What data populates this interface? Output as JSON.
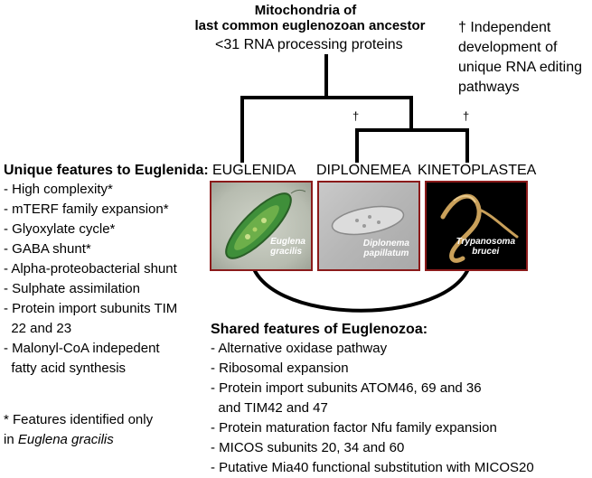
{
  "header": {
    "title_line1": "Mitochondria of",
    "title_line2": "last common euglenozoan ancestor",
    "subtitle": "<31 RNA processing proteins"
  },
  "note": {
    "lines": [
      "† Independent",
      "development of",
      "unique RNA editing",
      "pathways"
    ]
  },
  "dagger": "†",
  "taxa": [
    {
      "label": "EUGLENIDA",
      "species_line1": "Euglena",
      "species_line2": "gracilis"
    },
    {
      "label": "DIPLONEMEA",
      "species_line1": "Diplonema",
      "species_line2": "papillatum"
    },
    {
      "label": "KINETOPLASTEA",
      "species_line1": "Trypanosoma",
      "species_line2": "brucei"
    }
  ],
  "unique_features": {
    "title": "Unique features to Euglenida:",
    "items": [
      "- High complexity*",
      "- mTERF family expansion*",
      "- Glyoxylate cycle*",
      "- GABA shunt*",
      "- Alpha-proteobacterial shunt",
      "- Sulphate assimilation",
      "- Protein import subunits TIM",
      "  22 and 23",
      "- Malonyl-CoA indepedent",
      "  fatty acid synthesis"
    ]
  },
  "footnote": {
    "line1": "* Features identified only",
    "line2_prefix": "in ",
    "line2_italic": "Euglena gracilis"
  },
  "shared_features": {
    "title": "Shared features of Euglenozoa:",
    "items": [
      "- Alternative oxidase pathway",
      "- Ribosomal expansion",
      "- Protein import subunits ATOM46, 69 and 36",
      "  and TIM42 and 47",
      "- Protein maturation factor Nfu family expansion",
      "- MICOS subunits 20, 34 and 60",
      "- Putative Mia40 functional substitution with MICOS20"
    ]
  }
}
